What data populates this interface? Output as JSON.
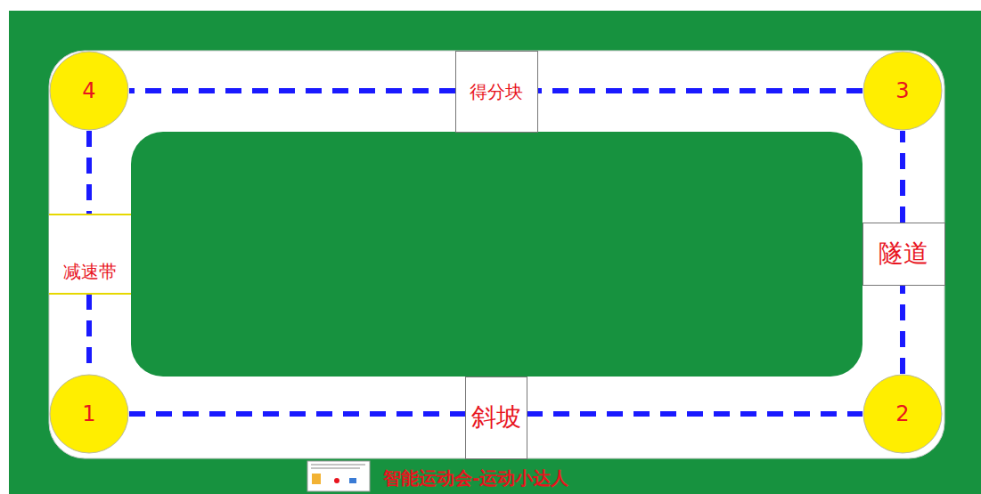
{
  "diagram": {
    "caption": "智能运动会-运动小达人",
    "nodes": [
      {
        "text": [
          "4"
        ]
      },
      {
        "text": [
          "得分块"
        ]
      },
      {
        "text": [
          "3"
        ]
      },
      {
        "text": [
          "隧道"
        ]
      },
      {
        "text": [
          "减速带"
        ]
      },
      {
        "text": [
          "1"
        ]
      },
      {
        "text": [
          "斜坡"
        ]
      },
      {
        "text": [
          "2"
        ]
      }
    ],
    "edges": [
      {
        "from": 5,
        "to": 6,
        "arrow": "none"
      },
      {
        "from": 6,
        "to": 7,
        "arrow": "none"
      },
      {
        "from": 7,
        "to": 3,
        "arrow": "none"
      },
      {
        "from": 3,
        "to": 2,
        "arrow": "none"
      },
      {
        "from": 2,
        "to": 1,
        "arrow": "none"
      },
      {
        "from": 1,
        "to": 0,
        "arrow": "none"
      },
      {
        "from": 0,
        "to": 4,
        "arrow": "none"
      },
      {
        "from": 4,
        "to": 5,
        "arrow": "none"
      }
    ]
  }
}
